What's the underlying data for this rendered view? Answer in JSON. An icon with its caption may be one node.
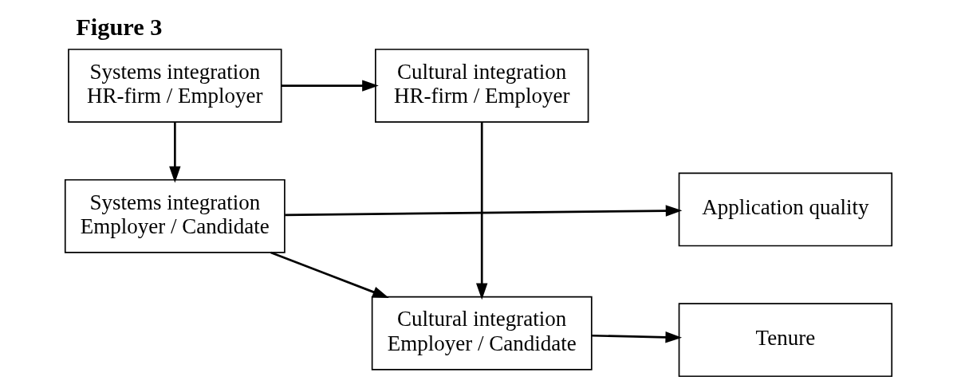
{
  "diagram": {
    "title": "Figure 3",
    "nodes": [
      {
        "text": [
          "Application quality"
        ]
      },
      {
        "text": [
          "Systems integration",
          "Employer / Candidate"
        ]
      },
      {
        "text": [
          "Cultural integration",
          "Employer / Candidate"
        ]
      },
      {
        "text": [
          "Tenure"
        ]
      },
      {
        "text": [
          "Systems integration",
          "HR-firm / Employer"
        ]
      },
      {
        "text": [
          "Cultural integration",
          "HR-firm / Employer"
        ]
      }
    ],
    "edges": [
      {
        "from": 1,
        "to": 0,
        "arrow": "to"
      },
      {
        "from": 1,
        "to": 2,
        "arrow": "to"
      },
      {
        "from": 2,
        "to": 3,
        "arrow": "to"
      },
      {
        "from": 4,
        "to": 1,
        "arrow": "to"
      },
      {
        "from": 4,
        "to": 5,
        "arrow": "to"
      },
      {
        "from": 5,
        "to": 2,
        "arrow": "to"
      }
    ]
  }
}
